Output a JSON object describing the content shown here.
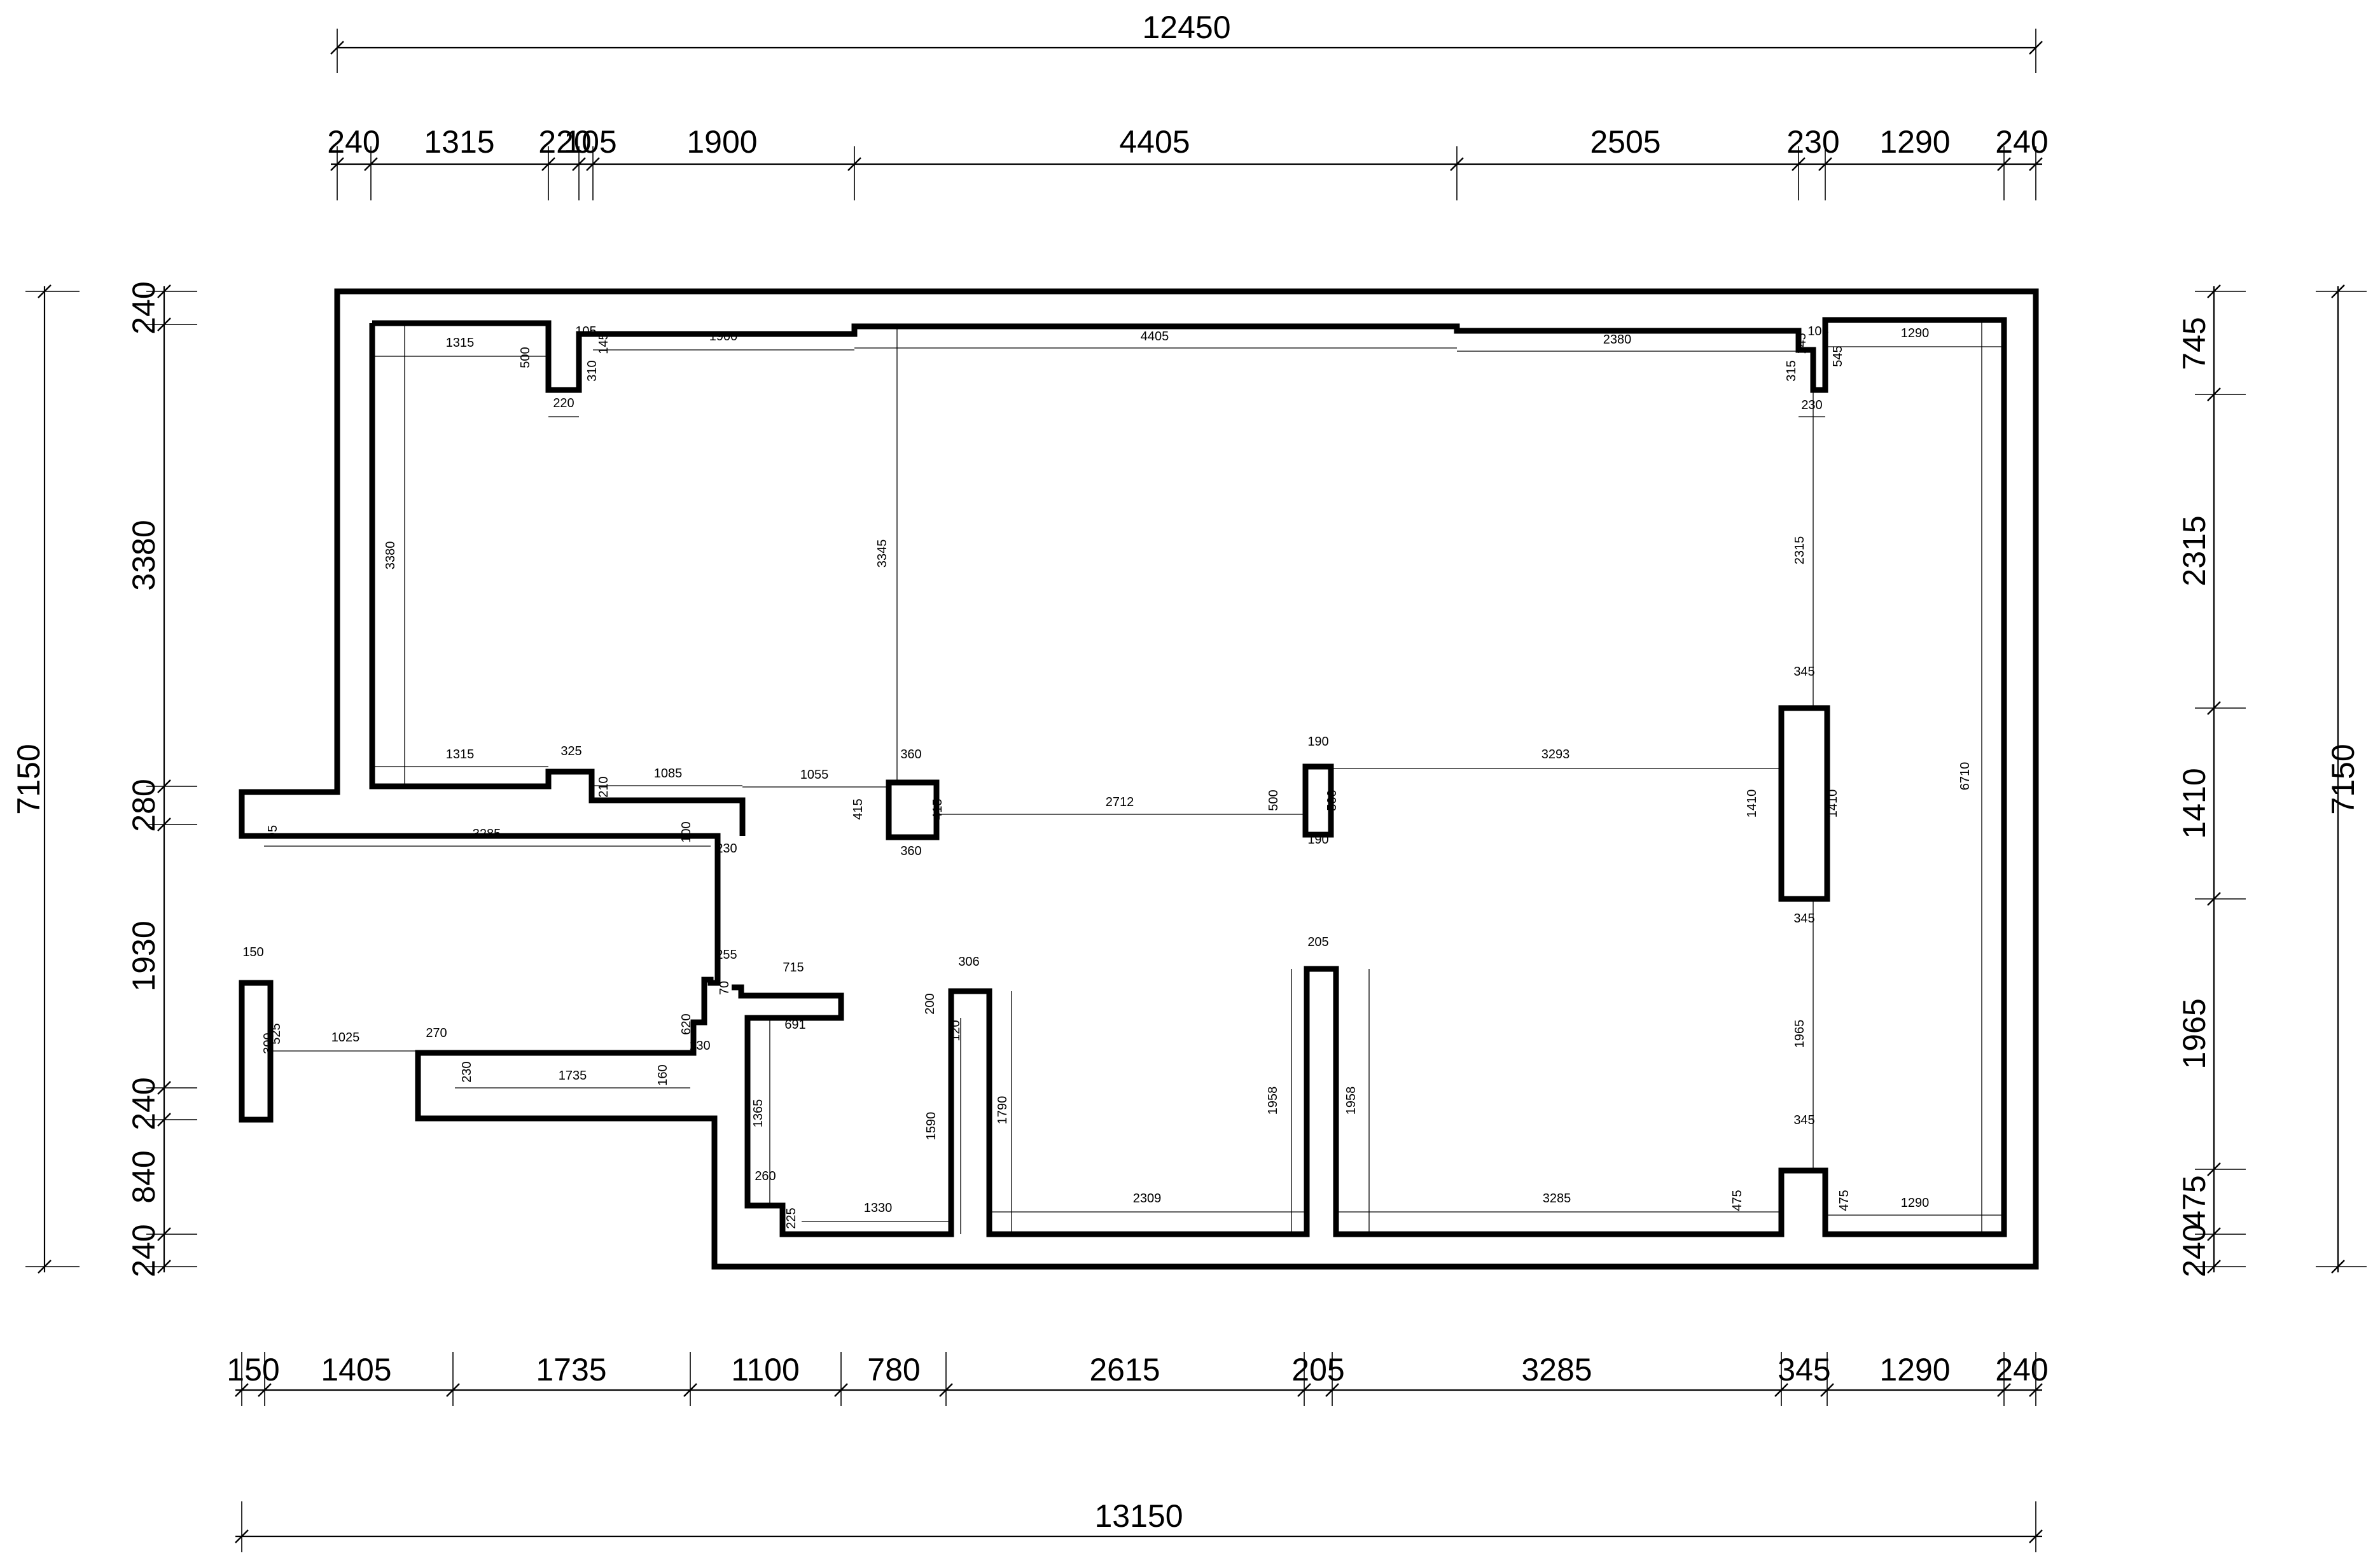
{
  "top": {
    "overall": "12450",
    "segments": [
      "240",
      "1315",
      "220",
      "105",
      "1900",
      "4405",
      "2505",
      "230",
      "1290",
      "240"
    ]
  },
  "bottom": {
    "overall": "13150",
    "segments": [
      "150",
      "1405",
      "1735",
      "1100",
      "780",
      "2615",
      "205",
      "3285",
      "345",
      "1290",
      "240"
    ]
  },
  "left": {
    "overall": "7150",
    "segments": [
      "240",
      "3380",
      "280",
      "1930",
      "240",
      "840",
      "240"
    ]
  },
  "right": {
    "overall": "7150",
    "segments": [
      "745",
      "2315",
      "1410",
      "1965",
      "475",
      "240"
    ]
  },
  "inner": {
    "top_left_room": {
      "top": "1315",
      "notch_depth": "500",
      "notch_width": "220",
      "left": "3380",
      "bottom": "1315",
      "step": "325",
      "step_height": "210",
      "ledge": "1085"
    },
    "top_strip": {
      "a": "105",
      "b": "145",
      "c": "310",
      "d": "1900",
      "e": "4405",
      "f": "2380",
      "g": "145",
      "h": "105",
      "i": "315"
    },
    "top_right": {
      "width": "1290",
      "depth": "545",
      "col_gap": "230"
    },
    "left_wing": {
      "length": "3285",
      "a": "95",
      "b": "100",
      "c": "230"
    },
    "column_a": {
      "gap": "1055",
      "w": "360",
      "h": "415",
      "h2": "415",
      "w2": "360",
      "span": "3345"
    },
    "column_b": {
      "span": "2712",
      "w": "190",
      "h": "500",
      "h2": "500",
      "w2": "190"
    },
    "pillar_right": {
      "span": "3293",
      "w": "345",
      "h": "1410",
      "h2": "1410",
      "w2": "345",
      "above": "2315",
      "below": "1965",
      "w3": "345",
      "base": "475",
      "base2": "475",
      "right_len": "6710",
      "bottom_right": "1290"
    },
    "lower_left": {
      "post_w": "150",
      "post_h": "525",
      "post_b": "300",
      "span": "1025",
      "step": "270",
      "run": "1735",
      "r1": "230",
      "r2": "160",
      "r3": "130",
      "r4": "620",
      "r5": "255",
      "r6": "70",
      "r7": "715"
    },
    "lower_room": {
      "top": "691",
      "side": "1365",
      "step": "260",
      "foot": "225",
      "floor": "1330",
      "inner_h": "1590",
      "door_top": "306",
      "door_h": "200",
      "door_b": "120",
      "side2": "1790"
    },
    "lower_mid": {
      "floor": "2309",
      "wall_h": "1958",
      "wall_w": "205",
      "wall_h2": "1958",
      "floor2": "3285"
    }
  }
}
